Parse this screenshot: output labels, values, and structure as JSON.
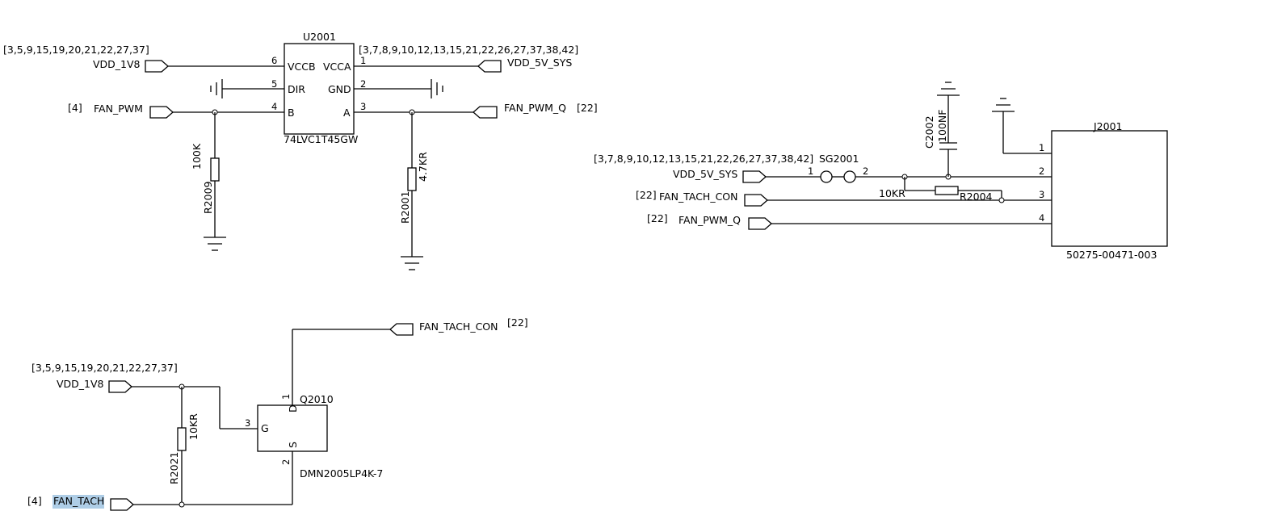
{
  "u2001": {
    "ref": "U2001",
    "part": "74LVC1T45GW",
    "pins": {
      "vccb": {
        "name": "VCCB",
        "num": "6"
      },
      "dir": {
        "name": "DIR",
        "num": "5"
      },
      "b": {
        "name": "B",
        "num": "4"
      },
      "vcca": {
        "name": "VCCA",
        "num": "1"
      },
      "gnd": {
        "name": "GND",
        "num": "2"
      },
      "a": {
        "name": "A",
        "num": "3"
      }
    }
  },
  "r2009": {
    "ref": "R2009",
    "value": "100K"
  },
  "r2001": {
    "ref": "R2001",
    "value": "4.7KR"
  },
  "r2021": {
    "ref": "R2021",
    "value": "10KR"
  },
  "r2004": {
    "ref": "R2004",
    "value": "10KR"
  },
  "c2002": {
    "ref": "C2002",
    "value": "100NF"
  },
  "sg2001": {
    "ref": "SG2001",
    "pin1": "1",
    "pin2": "2"
  },
  "q2010": {
    "ref": "Q2010",
    "part": "DMN2005LP4K-7",
    "pins": {
      "g": "G",
      "d": "D",
      "s": "S",
      "g_num": "3",
      "d_num": "1",
      "s_num": "2"
    }
  },
  "j2001": {
    "ref": "J2001",
    "part": "50275-00471-003",
    "pins": [
      "1",
      "2",
      "3",
      "4"
    ]
  },
  "nets": {
    "vdd_1v8_top": {
      "name": "VDD_1V8",
      "refs": "[3,5,9,15,19,20,21,22,27,37]"
    },
    "fan_pwm": {
      "name": "FAN_PWM",
      "refs": "[4]"
    },
    "vdd_5v_sys_top": {
      "name": "VDD_5V_SYS",
      "refs": "[3,7,8,9,10,12,13,15,21,22,26,27,37,38,42]"
    },
    "fan_pwm_q_top": {
      "name": "FAN_PWM_Q",
      "refs": "[22]"
    },
    "vdd_5v_sys_right": {
      "name": "VDD_5V_SYS",
      "refs": "[3,7,8,9,10,12,13,15,21,22,26,27,37,38,42]"
    },
    "fan_tach_con_right": {
      "name": "FAN_TACH_CON",
      "refs": "[22]"
    },
    "fan_pwm_q_right": {
      "name": "FAN_PWM_Q",
      "refs": "[22]"
    },
    "fan_tach_con_bottom": {
      "name": "FAN_TACH_CON",
      "refs": "[22]"
    },
    "vdd_1v8_bottom": {
      "name": "VDD_1V8",
      "refs": "[3,5,9,15,19,20,21,22,27,37]"
    },
    "fan_tach": {
      "name": "FAN_TACH",
      "refs": "[4]"
    }
  }
}
